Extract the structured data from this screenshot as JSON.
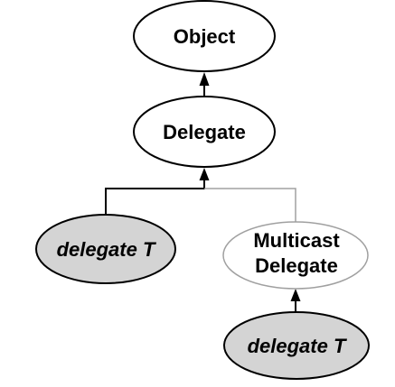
{
  "diagram": {
    "nodes": {
      "object": {
        "label": "Object"
      },
      "delegate": {
        "label": "Delegate"
      },
      "delegate_t_left": {
        "label": "delegate T"
      },
      "multicast": {
        "line1": "Multicast",
        "line2": "Delegate"
      },
      "delegate_t_bottom": {
        "label": "delegate T"
      }
    },
    "colors": {
      "plain_fill": "#ffffff",
      "shaded_fill": "#d4d4d4",
      "stroke": "#000000",
      "faint_stroke": "#a0a0a0"
    }
  }
}
